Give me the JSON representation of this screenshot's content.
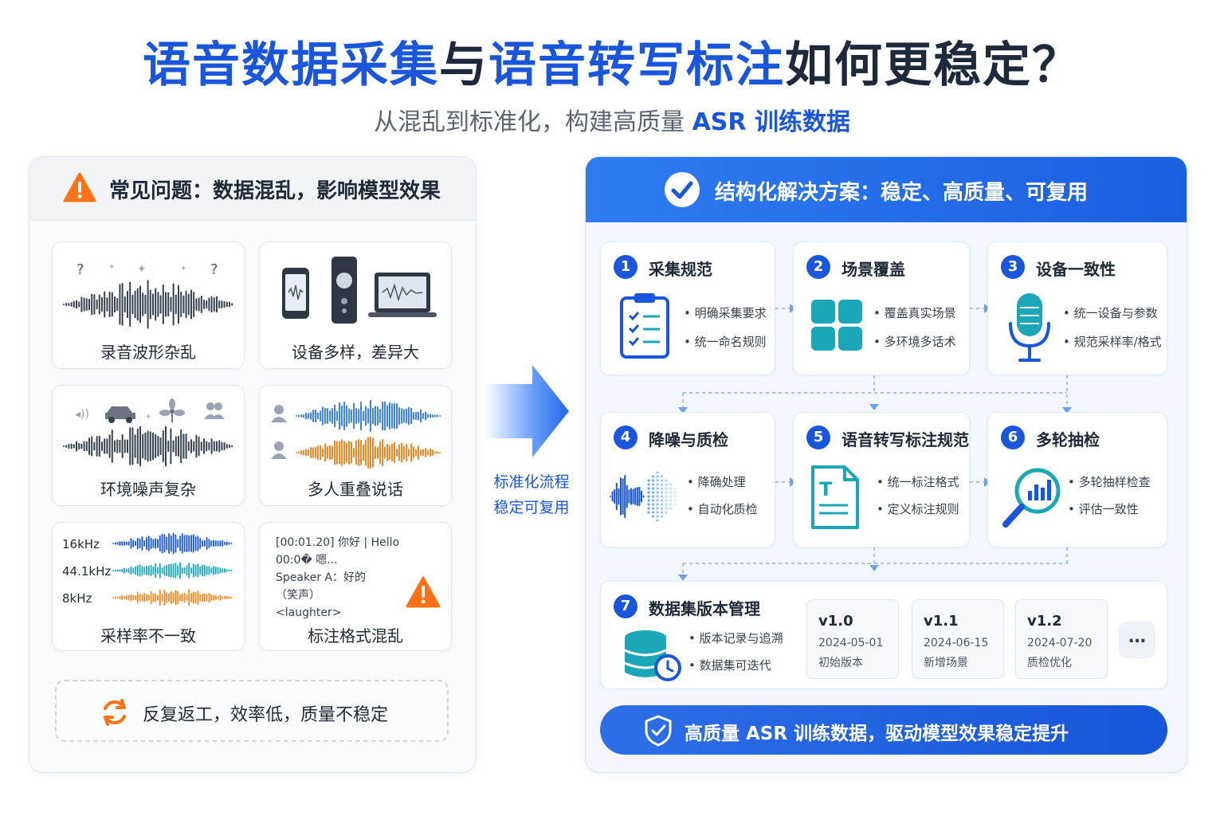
{
  "title": {
    "part1": "语音数据采集",
    "part2": "与",
    "part3": "语音转写标注",
    "part4": "如何更稳定？"
  },
  "subtitle": {
    "text": "从混乱到标准化，构建高质量 ",
    "asr": "ASR 训练数据"
  },
  "left_panel": {
    "header": "常见问题：数据混乱，影响模型效果",
    "header_icon": "warning-icon",
    "cards": [
      {
        "label": "录音波形杂乱",
        "icon": "messy-waveform-icon"
      },
      {
        "label": "设备多样，差异大",
        "icon": "devices-icon"
      },
      {
        "label": "环境噪声复杂",
        "icon": "noise-waveform-icon"
      },
      {
        "label": "多人重叠说话",
        "icon": "overlap-speakers-icon"
      },
      {
        "label": "采样率不一致",
        "icon": "sample-rate-icon"
      },
      {
        "label": "标注格式混乱",
        "icon": "messy-annotation-icon"
      }
    ],
    "sample_rates": [
      "16kHz",
      "44.1kHz",
      "8kHz"
    ],
    "annotation_lines": [
      "[00:01.20]  你好  |  Hello",
      "00:0�  嗯...",
      "Speaker A：好的",
      "（笑声）",
      "<laughter>"
    ],
    "bottom_note": "反复返工，效率低，质量不稳定",
    "bottom_icon": "refresh-icon"
  },
  "middle": {
    "line1": "标准化流程",
    "line2": "稳定可复用",
    "arrow_icon": "right-arrow-icon"
  },
  "right_panel": {
    "header": "结构化解决方案：稳定、高质量、可复用",
    "header_icon": "check-circle-icon",
    "steps": [
      {
        "num": "1",
        "title": "采集规范",
        "bullets": [
          "明确采集要求",
          "统一命名规则"
        ],
        "icon": "clipboard-checklist-icon"
      },
      {
        "num": "2",
        "title": "场景覆盖",
        "bullets": [
          "覆盖真实场景",
          "多环境多话术"
        ],
        "icon": "grid-icon"
      },
      {
        "num": "3",
        "title": "设备一致性",
        "bullets": [
          "统一设备与参数",
          "规范采样率/格式"
        ],
        "icon": "microphone-icon"
      },
      {
        "num": "4",
        "title": "降噪与质检",
        "bullets": [
          "降确处理",
          "自动化质检"
        ],
        "icon": "denoise-wave-icon"
      },
      {
        "num": "5",
        "title": "语音转写标注规范",
        "bullets": [
          "统一标注格式",
          "定义标注规则"
        ],
        "icon": "text-document-icon"
      },
      {
        "num": "6",
        "title": "多轮抽检",
        "bullets": [
          "多轮抽样检查",
          "评估一致性"
        ],
        "icon": "magnifier-chart-icon"
      },
      {
        "num": "7",
        "title": "数据集版本管理",
        "bullets": [
          "版本记录与追溯",
          "数据集可迭代"
        ],
        "icon": "database-clock-icon"
      }
    ],
    "versions": [
      {
        "name": "v1.0",
        "date": "2024-05-01",
        "note": "初始版本"
      },
      {
        "name": "v1.1",
        "date": "2024-06-15",
        "note": "新增场景"
      },
      {
        "name": "v1.2",
        "date": "2024-07-20",
        "note": "质检优化"
      }
    ],
    "more_label": "…",
    "footer": "高质量 ASR 训练数据，驱动模型效果稳定提升",
    "footer_icon": "shield-check-icon"
  },
  "colors": {
    "accent": "#1a56db",
    "warning": "#f97316",
    "teal": "#1aa8b8"
  }
}
